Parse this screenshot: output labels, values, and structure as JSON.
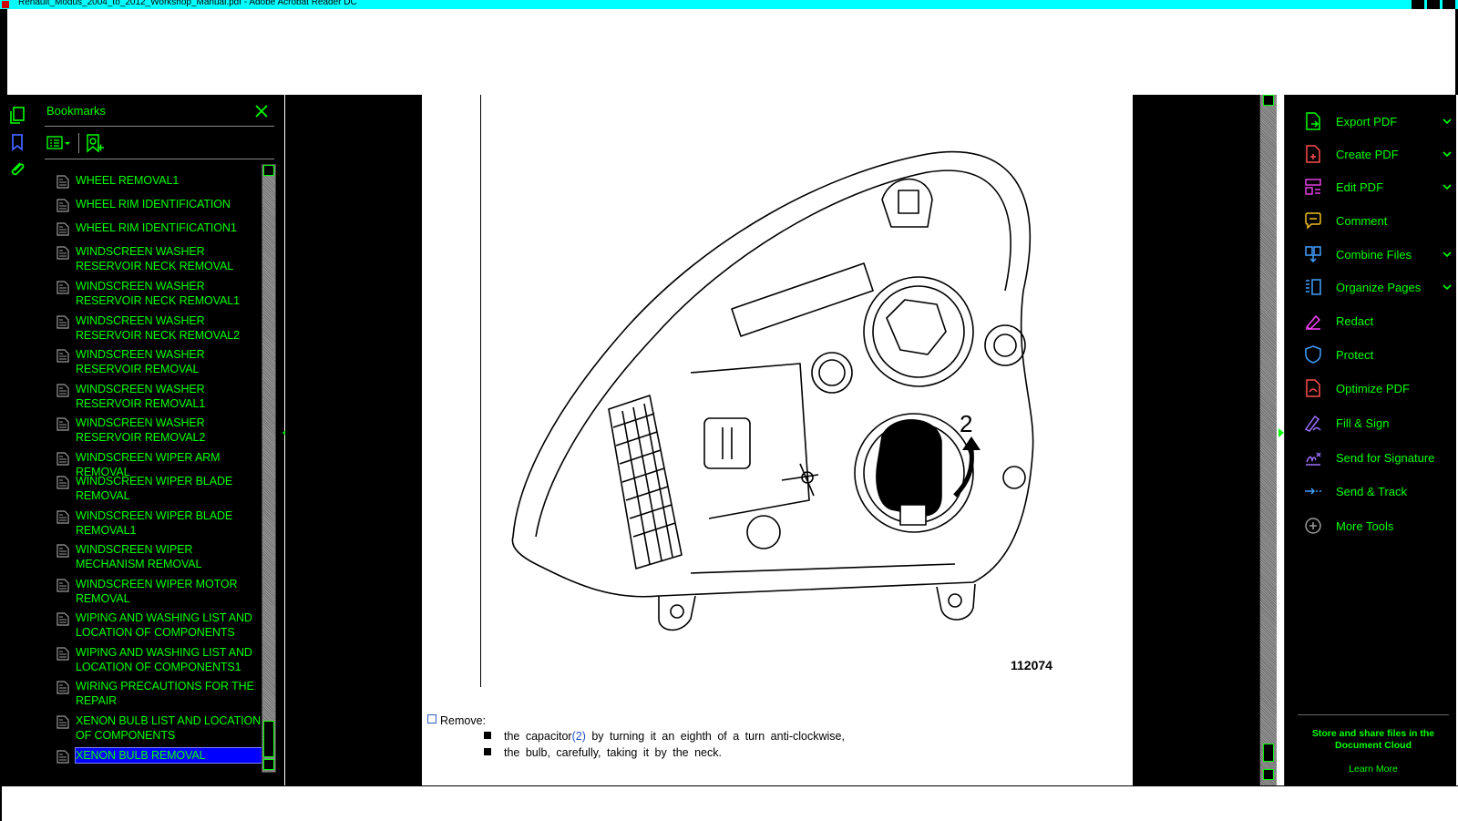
{
  "window": {
    "title": "Renault_Modus_2004_to_2012_Workshop_Manual.pdf - Adobe Acrobat Reader DC"
  },
  "bookmarks": {
    "title": "Bookmarks",
    "items": [
      "WHEEL REMOVAL1",
      "WHEEL RIM IDENTIFICATION",
      "WHEEL RIM IDENTIFICATION1",
      "WINDSCREEN WASHER RESERVOIR NECK REMOVAL",
      "WINDSCREEN WASHER RESERVOIR NECK REMOVAL1",
      "WINDSCREEN WASHER RESERVOIR NECK REMOVAL2",
      "WINDSCREEN WASHER RESERVOIR REMOVAL",
      "WINDSCREEN WASHER RESERVOIR REMOVAL1",
      "WINDSCREEN WASHER RESERVOIR REMOVAL2",
      "WINDSCREEN WIPER ARM REMOVAL",
      "WINDSCREEN WIPER BLADE REMOVAL",
      "WINDSCREEN WIPER BLADE REMOVAL1",
      "WINDSCREEN WIPER MECHANISM REMOVAL",
      "WINDSCREEN WIPER MOTOR REMOVAL",
      "WIPING AND WASHING LIST AND LOCATION OF COMPONENTS",
      "WIPING AND WASHING LIST AND LOCATION OF COMPONENTS1",
      "WIRING PRECAUTIONS FOR THE REPAIR",
      "XENON BULB LIST AND LOCATION OF COMPONENTS",
      "XENON BULB REMOVAL"
    ],
    "selected_item": "XENON BULB REMOVAL"
  },
  "document": {
    "figure_callout": "2",
    "figure_number": "112074",
    "remove_label": "Remove:",
    "step1_before": "the capacitor",
    "step1_ref": "(2)",
    "step1_after": "by turning it an eighth of a turn anti-clockwise,",
    "step2": "the bulb, carefully, taking it by the neck."
  },
  "tools": {
    "items": [
      {
        "label": "Export PDF",
        "color": "#00ff00",
        "expandable": true
      },
      {
        "label": "Create PDF",
        "color": "#00ff00",
        "expandable": true
      },
      {
        "label": "Edit PDF",
        "color": "#00ff00",
        "expandable": true
      },
      {
        "label": "Comment",
        "color": "#00ff00",
        "expandable": false
      },
      {
        "label": "Combine Files",
        "color": "#00ff00",
        "expandable": true
      },
      {
        "label": "Organize Pages",
        "color": "#00ff00",
        "expandable": true
      },
      {
        "label": "Redact",
        "color": "#00ff00",
        "expandable": false
      },
      {
        "label": "Protect",
        "color": "#00ff00",
        "expandable": false
      },
      {
        "label": "Optimize PDF",
        "color": "#00ff00",
        "expandable": false
      },
      {
        "label": "Fill & Sign",
        "color": "#00ff00",
        "expandable": false
      },
      {
        "label": "Send for Signature",
        "color": "#00ff00",
        "expandable": false
      },
      {
        "label": "Send & Track",
        "color": "#00ff00",
        "expandable": false
      },
      {
        "label": "More Tools",
        "color": "#00ff00",
        "expandable": false
      }
    ],
    "icons": [
      "export-pdf-icon",
      "create-pdf-icon",
      "edit-pdf-icon",
      "comment-icon",
      "combine-files-icon",
      "organize-pages-icon",
      "redact-icon",
      "protect-icon",
      "optimize-pdf-icon",
      "fill-sign-icon",
      "send-for-signature-icon",
      "send-track-icon",
      "more-tools-icon"
    ],
    "icon_colors": [
      "#00ff00",
      "#ff4d4d",
      "#e040e0",
      "#f0c020",
      "#40a0ff",
      "#40a0ff",
      "#ff40ff",
      "#40a0ff",
      "#ff4d4d",
      "#a070ff",
      "#a070ff",
      "#40a0ff",
      "#9a9a9a"
    ],
    "cloud_message": "Store and share files in the Document Cloud",
    "learn_more": "Learn More"
  },
  "colors": {
    "accent": "#00ff00",
    "selection": "#0000ff",
    "titlebar": "#00ffff",
    "panel_bg": "#000000"
  }
}
